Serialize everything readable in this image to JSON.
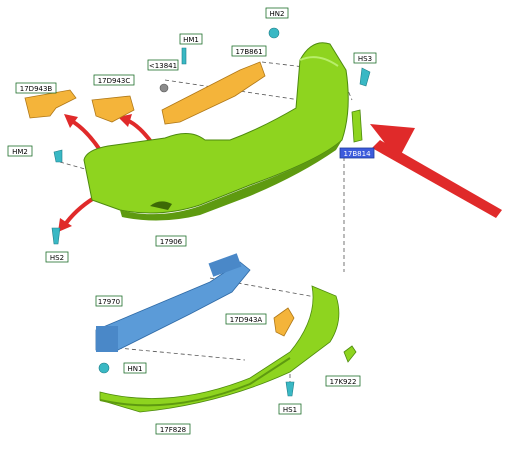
{
  "diagram": {
    "parts": [
      {
        "id": "17D943B",
        "kind": "bracket-left"
      },
      {
        "id": "17D943C",
        "kind": "bracket-right"
      },
      {
        "id": "<13841",
        "kind": "clip-bolt"
      },
      {
        "id": "HM1",
        "kind": "screw"
      },
      {
        "id": "17B861",
        "kind": "mounting-bracket"
      },
      {
        "id": "HN2",
        "kind": "nut"
      },
      {
        "id": "HS3",
        "kind": "screw"
      },
      {
        "id": "HM2",
        "kind": "screw"
      },
      {
        "id": "17B814",
        "kind": "side-bracket",
        "highlighted": true
      },
      {
        "id": "17906",
        "kind": "bumper-cover"
      },
      {
        "id": "HS2",
        "kind": "screw"
      },
      {
        "id": "17970",
        "kind": "reinforcement-beam"
      },
      {
        "id": "17D943A",
        "kind": "bracket"
      },
      {
        "id": "HN1",
        "kind": "nut"
      },
      {
        "id": "HS1",
        "kind": "screw"
      },
      {
        "id": "17K922",
        "kind": "bracket"
      },
      {
        "id": "17F828",
        "kind": "lower-valance"
      }
    ],
    "colors": {
      "bumper_green": "#8ed41f",
      "bumper_dark": "#5e9a10",
      "bracket_yellow": "#f4b43a",
      "beam_blue": "#5b9bd8",
      "fastener_cyan": "#39b8c4",
      "arrow_red": "#e02a2a",
      "label_border": "#1f6f2a",
      "highlight_fill": "#3c5bdc"
    }
  }
}
